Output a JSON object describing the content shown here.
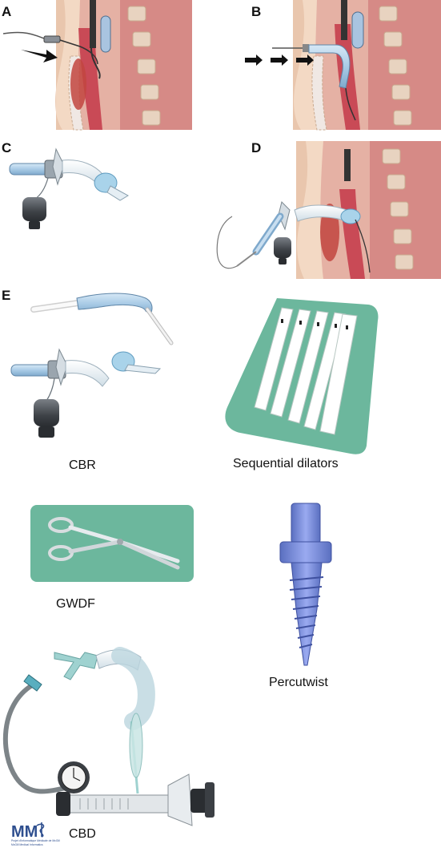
{
  "panels": {
    "a": "A",
    "b": "B",
    "c": "C",
    "d": "D",
    "e": "E"
  },
  "devices": {
    "cbr": "CBR",
    "dilators": "Sequential dilators",
    "gwdf": "GWDF",
    "percutwist": "Percutwist",
    "cbd": "CBD"
  },
  "logo": {
    "mark": "MM",
    "line1": "Projet d'Informatique Médicale de McGill",
    "line2": "McGill Medical Informatics"
  },
  "colors": {
    "skin": "#f3d9c4",
    "tissue": "#c8536a",
    "airway": "#c94a56",
    "vertebra": "#e8d3c0",
    "tube": "#a9cbe6",
    "tray": "#6cb79d",
    "percutwist": "#7b8fd6"
  }
}
